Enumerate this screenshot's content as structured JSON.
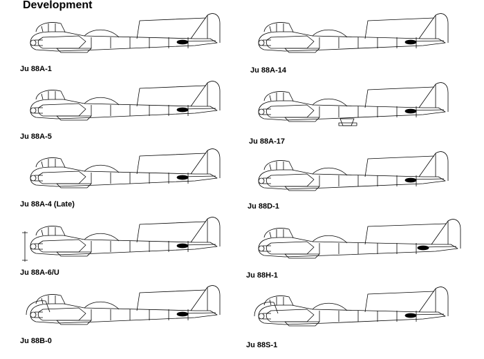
{
  "title": "Development",
  "aircraft": [
    {
      "id": "a1",
      "label": "Ju 88A-1"
    },
    {
      "id": "a5",
      "label": "Ju 88A-5"
    },
    {
      "id": "a4",
      "label": "Ju 88A-4 (Late)"
    },
    {
      "id": "a6",
      "label": "Ju 88A-6/U"
    },
    {
      "id": "b0",
      "label": "Ju 88B-0"
    },
    {
      "id": "a14",
      "label": "Ju 88A-14"
    },
    {
      "id": "a17",
      "label": "Ju 88A-17"
    },
    {
      "id": "d1",
      "label": "Ju 88D-1"
    },
    {
      "id": "h1",
      "label": "Ju 88H-1"
    },
    {
      "id": "s1",
      "label": "Ju 88S-1"
    }
  ]
}
